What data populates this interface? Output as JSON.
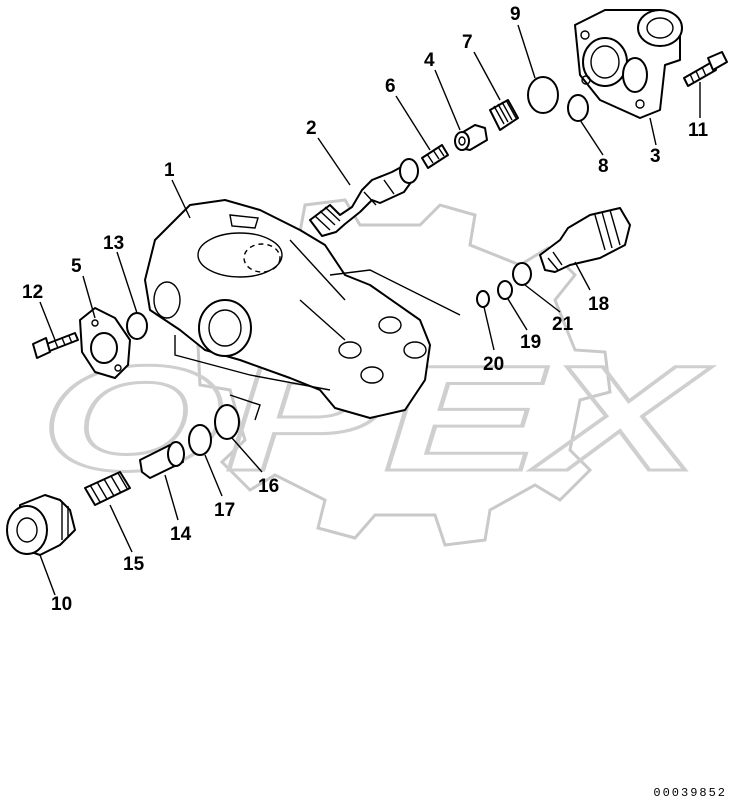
{
  "diagram": {
    "document_number": "00039852",
    "watermark_text": "OPEX",
    "callouts": [
      "1",
      "2",
      "3",
      "4",
      "5",
      "6",
      "7",
      "8",
      "9",
      "10",
      "11",
      "12",
      "13",
      "14",
      "15",
      "16",
      "17",
      "18",
      "19",
      "20",
      "21"
    ]
  }
}
